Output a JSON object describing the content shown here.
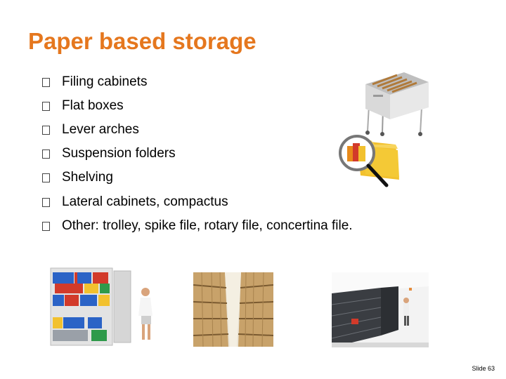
{
  "slide": {
    "title": "Paper based storage",
    "bullets": [
      "Filing cabinets",
      "Flat boxes",
      "Lever arches",
      "Suspension folders",
      "Shelving",
      "Lateral cabinets, compactus",
      "Other: trolley, spike file, rotary file, concertina file."
    ],
    "footer": "Slide 63"
  },
  "colors": {
    "title": "#e5771e",
    "cabinet": "#d9d9d9",
    "folder_yellow": "#f2c12e",
    "folder_orange": "#e88a1a",
    "binder_blue": "#2b63c6",
    "binder_red": "#d23a2a",
    "box_tan": "#c8a26a",
    "compactus_dark": "#3a3d42"
  },
  "icons": {
    "bullet": "checkbox-square-icon"
  }
}
